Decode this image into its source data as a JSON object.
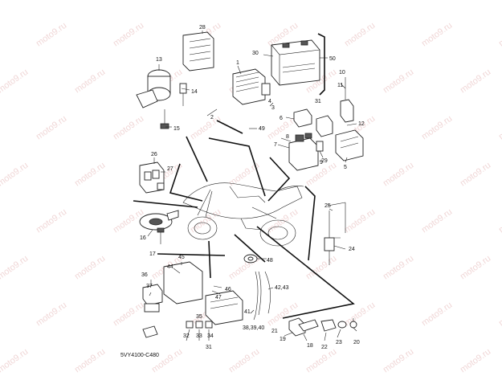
{
  "watermark_text": "moto9.ru",
  "diagram_code": "5VY4100-C480",
  "callouts": {
    "c1": "1",
    "c2": "2",
    "c3": "3",
    "c4": "4",
    "c5": "5",
    "c6": "6",
    "c7": "7",
    "c8": "8",
    "c9": "9",
    "c10": "10",
    "c11": "11",
    "c12": "12",
    "c13": "13",
    "c14": "14",
    "c15": "15",
    "c16": "16",
    "c17": "17",
    "c18": "18",
    "c19": "19",
    "c20": "20",
    "c21": "21",
    "c22": "22",
    "c23": "23",
    "c24": "24",
    "c25": "25",
    "c26": "26",
    "c27": "27",
    "c28": "28",
    "c29": "29",
    "c30": "30",
    "c31": "31",
    "c31b": "31",
    "c32": "32",
    "c33": "33",
    "c34": "34",
    "c35": "35",
    "c36": "36",
    "c37": "37",
    "c383940": "38,39,40",
    "c41": "41",
    "c4243": "42,43",
    "c44": "44",
    "c45": "45",
    "c46": "46",
    "c47": "47",
    "c48": "48",
    "c49": "49",
    "c50": "50"
  }
}
